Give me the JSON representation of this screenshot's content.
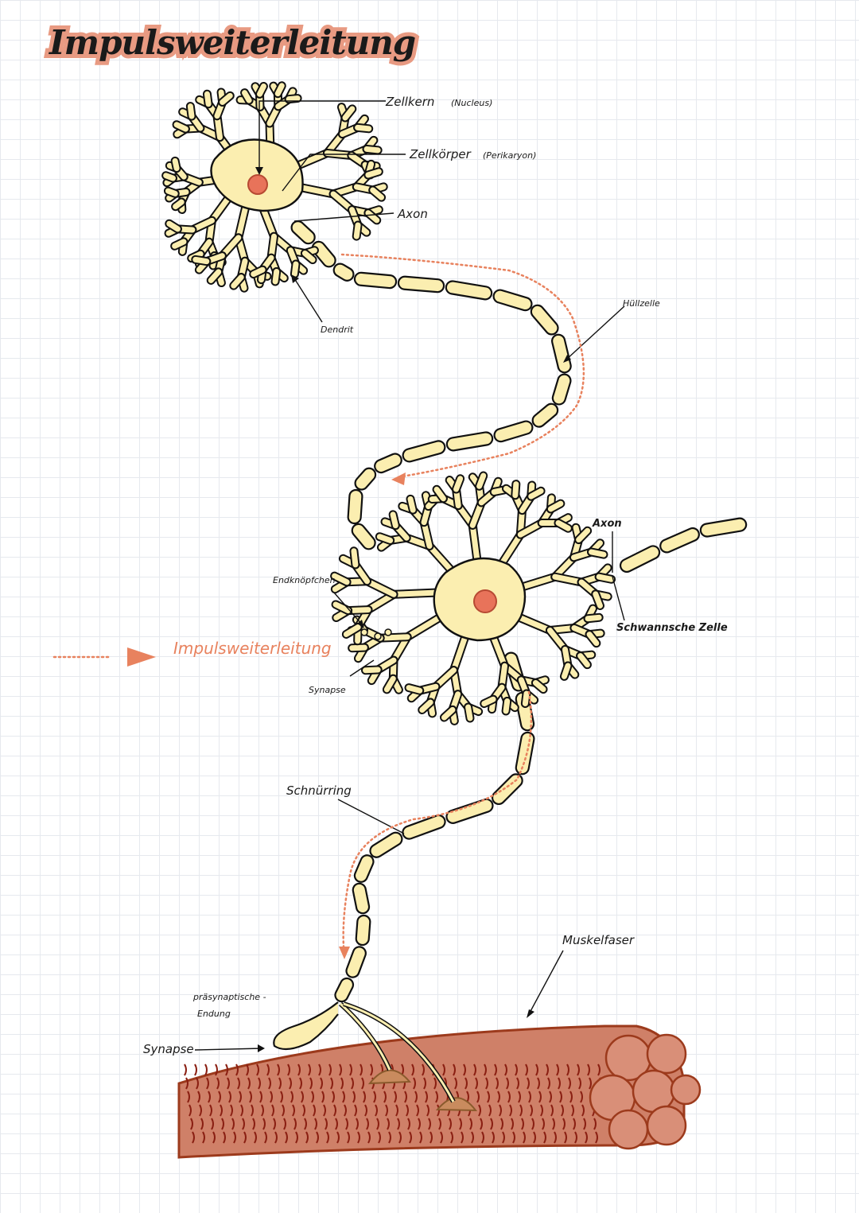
{
  "title": "Impulsweiterleitung",
  "labels": {
    "nucleus": "Zellkern",
    "nucleus_sub": "(Nucleus)",
    "soma": "Zellkörper",
    "soma_sub": "(Perikaryon)",
    "axon_top": "Axon",
    "dendrit": "Dendrit",
    "huellzelle": "Hüllzelle",
    "axon_mid": "Axon",
    "schwann": "Schwannsche Zelle",
    "endknoepfchen": "Endknöpfchen",
    "synapse_mid": "Synapse",
    "schnuerring": "Schnürring",
    "muskelfaser": "Muskelfaser",
    "praesynaptisch_1": "präsynaptische -",
    "praesynaptisch_2": "Endung",
    "synapse_bottom": "Synapse"
  },
  "legend": {
    "text": "Impulsweiterleitung",
    "color": "#e8825e"
  },
  "colors": {
    "cell_fill": "#fbeeb0",
    "nucleus": "#e8735a",
    "muscle": "#cf8068",
    "muscle_stripes": "#8a1f12",
    "accent": "#e8825e"
  }
}
